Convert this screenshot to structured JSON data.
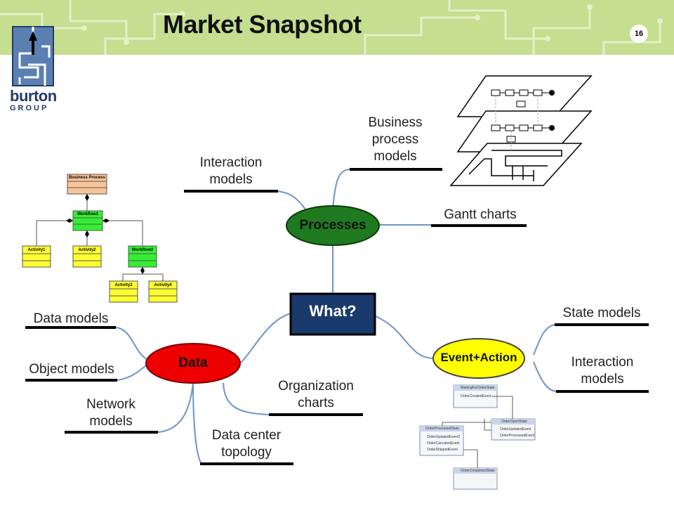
{
  "slide": {
    "title": "Market Snapshot",
    "page_number": "16"
  },
  "logo": {
    "line1": "burton",
    "line2": "GROUP"
  },
  "mindmap": {
    "center": "What?",
    "processes": {
      "hub": "Processes",
      "interaction_models": [
        "Interaction",
        "models"
      ],
      "business_process_models": [
        "Business",
        "process",
        "models"
      ],
      "gantt_charts": "Gantt charts"
    },
    "data": {
      "hub": "Data",
      "data_models": "Data models",
      "object_models": "Object models",
      "network_models": [
        "Network",
        "models"
      ],
      "data_center_topology": [
        "Data center",
        "topology"
      ],
      "organization_charts": [
        "Organization",
        "charts"
      ]
    },
    "event_action": {
      "hub": "Event+Action",
      "state_models": "State models",
      "interaction_models": [
        "Interaction",
        "models"
      ]
    }
  },
  "class_diagram": {
    "root": "Business Process",
    "workflow1": "Workflow1",
    "workflow2": "Workflow2",
    "activity1": "Activity1",
    "activity2": "Activity2",
    "activity3": "Activity3",
    "activity4": "Activity4"
  },
  "state_diagram": {
    "waiting_state": "WaitingForOrderState",
    "waiting_event": "OrderCreatedEvent",
    "open_state": "OrderOpenState",
    "open_events": [
      "OrderUpdatedEvent",
      "OrderProcessedEvent"
    ],
    "processed_state": "OrderProcessedState",
    "processed_events": [
      "OrderUpdatedEvent2",
      "OrderCanceledEvent",
      "OrderShippedEvent"
    ],
    "completed_state": "OrderCompletedState"
  },
  "colors": {
    "banner": "#c5de8f",
    "processes_node": "#1f7a1f",
    "data_node": "#ee0000",
    "event_node": "#ffff00",
    "center_node": "#1a3a6e",
    "logo": "#233a6c"
  }
}
